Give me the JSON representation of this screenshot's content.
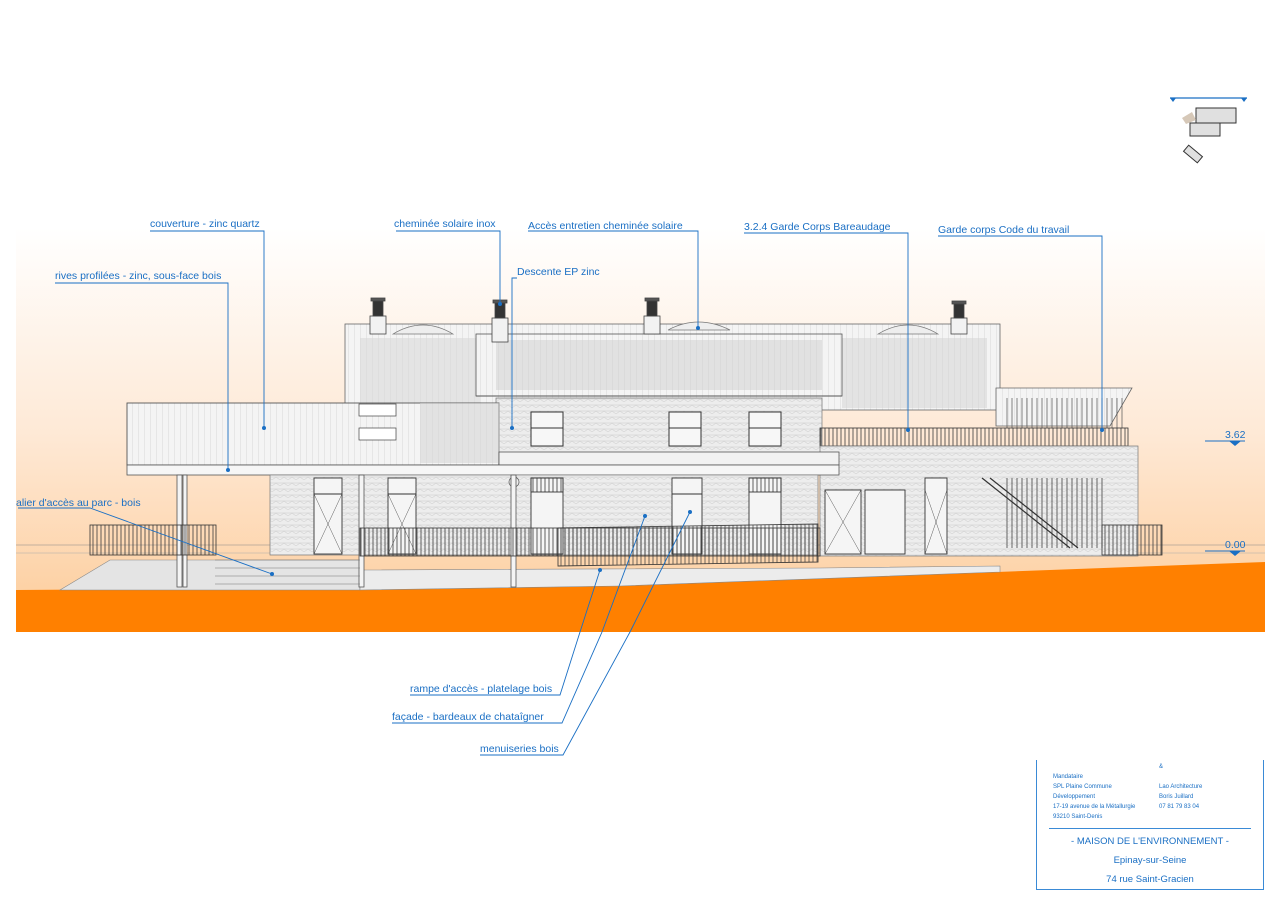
{
  "annotations": {
    "couverture": "couverture - zinc quartz",
    "rives": "rives profilées - zinc, sous-face bois",
    "palier": "alier d'accès au parc - bois",
    "cheminee": "cheminée solaire inox",
    "descente": "Descente EP zinc",
    "acces_cheminee": "Accès entretien cheminée solaire",
    "garde_corps_bareaudage": "3.2.4 Garde Corps Bareaudage",
    "garde_corps_travail": "Garde corps Code du travail",
    "rampe": "rampe d'accès - platelage bois",
    "facade": "façade - bardeaux de chataîgner",
    "menuiseries": "menuiseries bois"
  },
  "levels": {
    "upper": "3.62",
    "ground": "0.00"
  },
  "title_block": {
    "ampersand": "&",
    "left": [
      "Mandataire",
      "SPL Plaine Commune",
      "Développement",
      "17-19 avenue de la Métallurgie",
      "93210 Saint-Denis"
    ],
    "right": [
      "Lao Architecture",
      "Boris Juillard",
      "07 81 79 83 04"
    ],
    "project": "- MAISON DE L'ENVIRONNEMENT -",
    "city": "Epinay-sur-Seine",
    "address": "74 rue Saint-Gracien"
  },
  "colors": {
    "ground": "#ff8000",
    "sky_top": "#ffffff",
    "sky_bottom": "#fdd2a6",
    "annotation": "#1a6fc4"
  }
}
